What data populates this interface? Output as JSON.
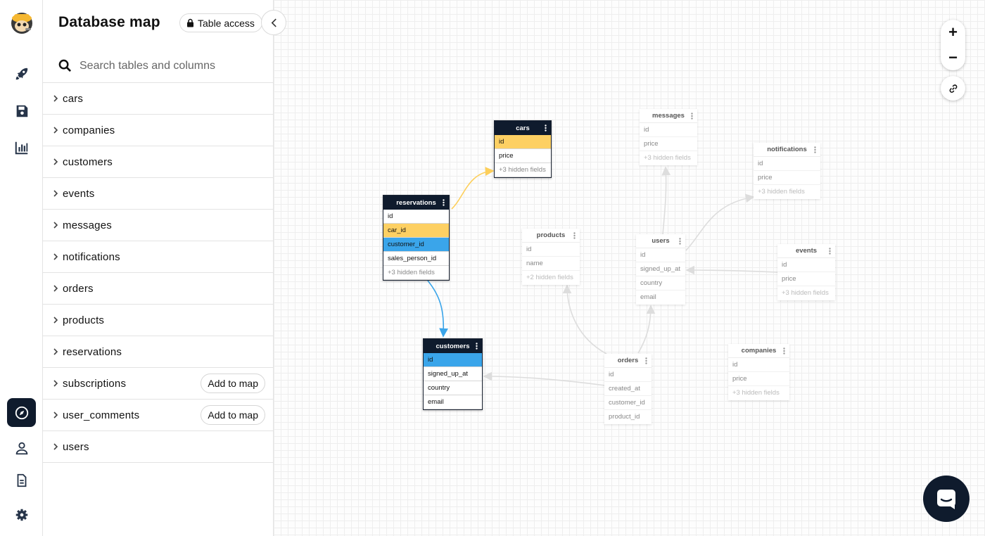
{
  "sidebar": {
    "title": "Database map",
    "table_access_label": "Table access",
    "search_placeholder": "Search tables and columns",
    "tables": [
      {
        "name": "cars",
        "add_label": ""
      },
      {
        "name": "companies",
        "add_label": ""
      },
      {
        "name": "customers",
        "add_label": ""
      },
      {
        "name": "events",
        "add_label": ""
      },
      {
        "name": "messages",
        "add_label": ""
      },
      {
        "name": "notifications",
        "add_label": ""
      },
      {
        "name": "orders",
        "add_label": ""
      },
      {
        "name": "products",
        "add_label": ""
      },
      {
        "name": "reservations",
        "add_label": ""
      },
      {
        "name": "subscriptions",
        "add_label": "Add to map"
      },
      {
        "name": "user_comments",
        "add_label": "Add to map"
      },
      {
        "name": "users",
        "add_label": ""
      }
    ]
  },
  "rail": {
    "icons": [
      "logo-icon",
      "rocket-icon",
      "save-icon",
      "chart-icon",
      "compass-icon",
      "user-icon",
      "document-icon",
      "gear-icon"
    ],
    "active": "compass-icon"
  },
  "map": {
    "colors": {
      "header_active": "#0f1b2d",
      "highlight_yellow": "#fdd063",
      "highlight_blue": "#3aa5ea",
      "edge_yellow": "#fdcf5a",
      "edge_blue": "#3aa5ea",
      "edge_muted": "#dddddd"
    },
    "nodes": {
      "cars": {
        "title": "cars",
        "fields": [
          "id",
          "price"
        ],
        "hidden": "+3 hidden fields"
      },
      "reservations": {
        "title": "reservations",
        "fields": [
          "id",
          "car_id",
          "customer_id",
          "sales_person_id"
        ],
        "hidden": "+3 hidden fields"
      },
      "customers": {
        "title": "customers",
        "fields": [
          "id",
          "signed_up_at",
          "country",
          "email"
        ]
      },
      "messages": {
        "title": "messages",
        "fields": [
          "id",
          "price"
        ],
        "hidden": "+3 hidden fields"
      },
      "notifications": {
        "title": "notifications",
        "fields": [
          "id",
          "price"
        ],
        "hidden": "+3 hidden fields"
      },
      "products": {
        "title": "products",
        "fields": [
          "id",
          "name"
        ],
        "hidden": "+2 hidden fields"
      },
      "users": {
        "title": "users",
        "fields": [
          "id",
          "signed_up_at",
          "country",
          "email"
        ]
      },
      "events": {
        "title": "events",
        "fields": [
          "id",
          "price"
        ],
        "hidden": "+3 hidden fields"
      },
      "orders": {
        "title": "orders",
        "fields": [
          "id",
          "created_at",
          "customer_id",
          "product_id"
        ]
      },
      "companies": {
        "title": "companies",
        "fields": [
          "id",
          "price"
        ],
        "hidden": "+3 hidden fields"
      }
    },
    "zoom_in": "+",
    "zoom_out": "−"
  }
}
